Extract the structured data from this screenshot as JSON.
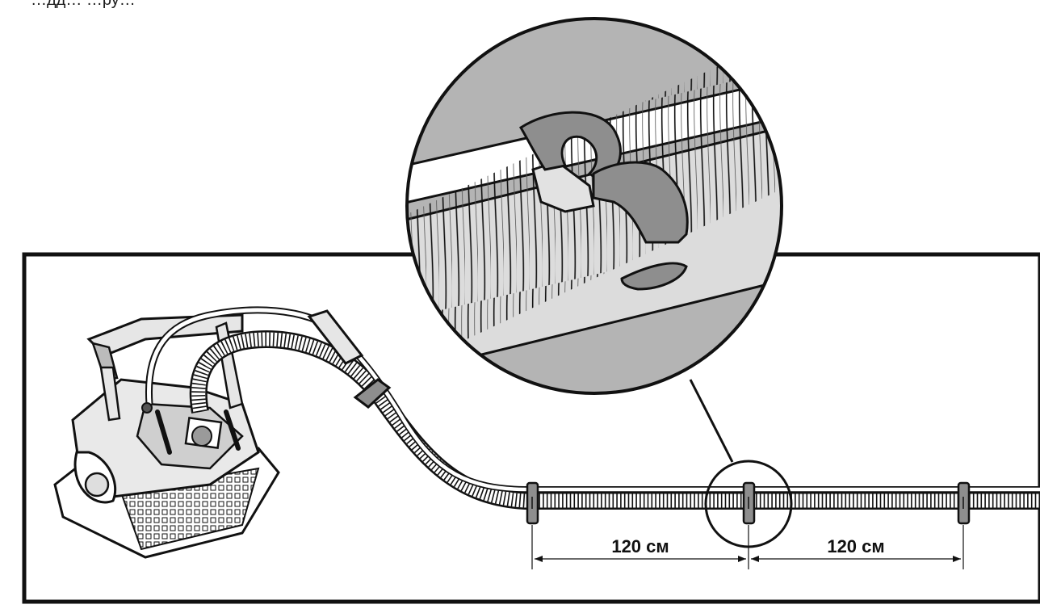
{
  "top_text_fragment": "…дд… …ру…",
  "spacing": [
    {
      "label": "120 см"
    },
    {
      "label": "120 см"
    }
  ],
  "colors": {
    "line": "#111111",
    "gray_fill": "#b4b4b4",
    "clip_fill": "#8e8e8e",
    "body_fill": "#e9e9e9",
    "background": "#ffffff"
  },
  "icons": [
    "pool-robot",
    "swivel-hose",
    "hose-clip",
    "magnifier-detail"
  ]
}
